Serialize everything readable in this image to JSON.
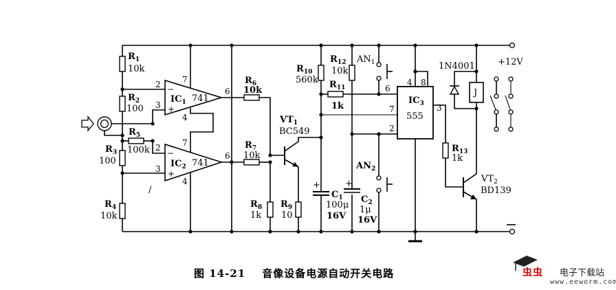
{
  "figure": {
    "caption_number": "图 14-21",
    "caption_title": "音像设备电源自动开关电路"
  },
  "components": {
    "R1": {
      "name": "R",
      "sub": "1",
      "value": "10k"
    },
    "R2": {
      "name": "R",
      "sub": "2",
      "value": "100"
    },
    "R3": {
      "name": "R",
      "sub": "3",
      "value": "100"
    },
    "R4": {
      "name": "R",
      "sub": "4",
      "value": "10k"
    },
    "R5": {
      "name": "R",
      "sub": "5",
      "value": "100k"
    },
    "R6": {
      "name": "R",
      "sub": "6",
      "value": "10k"
    },
    "R7": {
      "name": "R",
      "sub": "7",
      "value": "10k"
    },
    "R8": {
      "name": "R",
      "sub": "8",
      "value": "1k"
    },
    "R9": {
      "name": "R",
      "sub": "9",
      "value": "10"
    },
    "R10": {
      "name": "R",
      "sub": "10",
      "value": "560k"
    },
    "R11": {
      "name": "R",
      "sub": "11",
      "value": "1k"
    },
    "R12": {
      "name": "R",
      "sub": "12",
      "value": "10k"
    },
    "R13": {
      "name": "R",
      "sub": "13",
      "value": "1k"
    },
    "C1": {
      "name": "C",
      "sub": "1",
      "value": "100μ",
      "voltage": "16V"
    },
    "C2": {
      "name": "C",
      "sub": "2",
      "value": "1μ",
      "voltage": "16V"
    },
    "IC1": {
      "name": "IC",
      "sub": "1",
      "part": "741"
    },
    "IC2": {
      "name": "IC",
      "sub": "2",
      "part": "741"
    },
    "IC3": {
      "name": "IC",
      "sub": "3",
      "part": "555"
    },
    "VT1": {
      "name": "VT",
      "sub": "1",
      "part": "BC549"
    },
    "VT2": {
      "name": "VT",
      "sub": "2",
      "part": "BD139"
    },
    "D1": {
      "part": "1N4001"
    },
    "AN1": {
      "name": "AN",
      "sub": "1"
    },
    "AN2": {
      "name": "AN",
      "sub": "2"
    },
    "relay": {
      "label": "J"
    }
  },
  "pins": {
    "ic1": {
      "inv": "2",
      "noninv": "3",
      "vplus": "7",
      "vminus": "4",
      "out": "6",
      "minus_sign": "−",
      "plus_sign": "+"
    },
    "ic2": {
      "inv": "2",
      "noninv": "3",
      "vplus": "7",
      "vminus": "4",
      "out": "6",
      "minus_sign": "−",
      "plus_sign": "+"
    },
    "ic3": {
      "p4": "4",
      "p8": "8",
      "p6": "6",
      "p7": "7",
      "p2": "2",
      "p3": "3"
    }
  },
  "supply": {
    "positive": "+12V",
    "negative": "−"
  },
  "cap_polarity": "+",
  "watermark": {
    "brand_cn": "虫虫",
    "brand_text": "电子下载站",
    "url": "www.eeworm.com"
  }
}
